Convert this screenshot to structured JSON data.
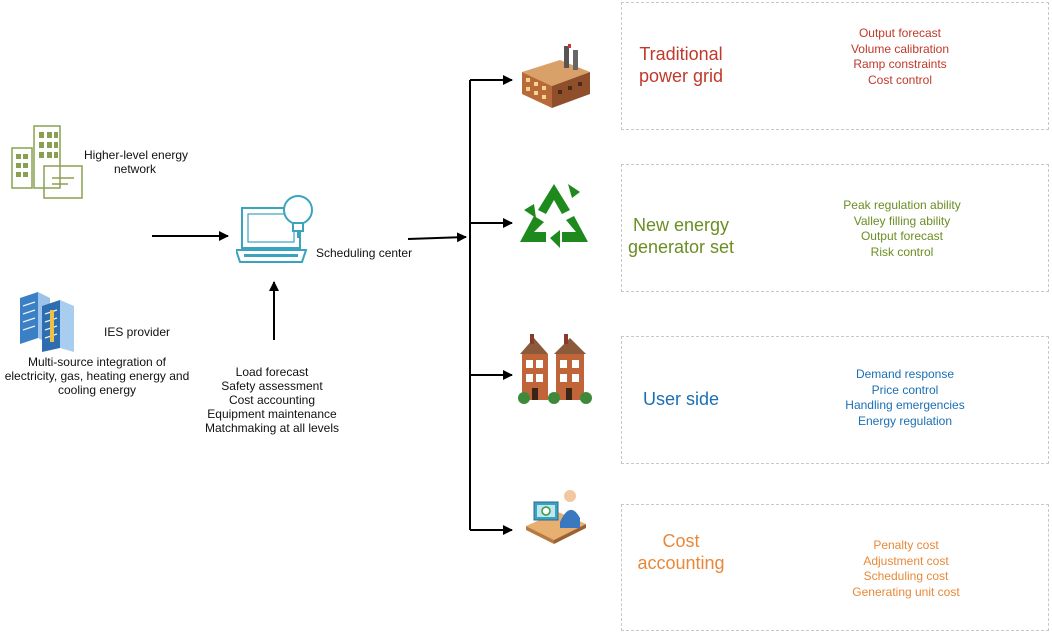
{
  "left": {
    "higher_level": "Higher-level energy network",
    "higher_level_line1": "Higher-level energy",
    "higher_level_line2": "network",
    "ies_provider": "IES provider",
    "multi_source": [
      "Multi-source integration of",
      "electricity, gas, heating energy and",
      "cooling energy"
    ]
  },
  "center": {
    "scheduling_center": "Scheduling center",
    "tasks": [
      "Load forecast",
      "Safety assessment",
      "Cost accounting",
      "Equipment maintenance",
      "Matchmaking at all levels"
    ]
  },
  "boxes": [
    {
      "title": [
        "Traditional",
        "power grid"
      ],
      "items": [
        "Output forecast",
        "Volume calibration",
        "Ramp constraints",
        "Cost control"
      ],
      "color": "#c0392b",
      "icon": "factory-icon"
    },
    {
      "title": [
        "New energy",
        "generator set"
      ],
      "items": [
        "Peak regulation ability",
        "Valley filling ability",
        "Output forecast",
        "Risk control"
      ],
      "color": "#6b8e23",
      "icon": "recycle-icon"
    },
    {
      "title": [
        "User side"
      ],
      "items": [
        "Demand response",
        "Price control",
        "Handling emergencies",
        "Energy regulation"
      ],
      "color": "#1a6fb5",
      "icon": "houses-icon"
    },
    {
      "title": [
        "Cost",
        "accounting"
      ],
      "items": [
        "Penalty cost",
        "Adjustment cost",
        "Scheduling cost",
        "Generating unit cost"
      ],
      "color": "#e8893a",
      "icon": "accountant-icon"
    }
  ]
}
